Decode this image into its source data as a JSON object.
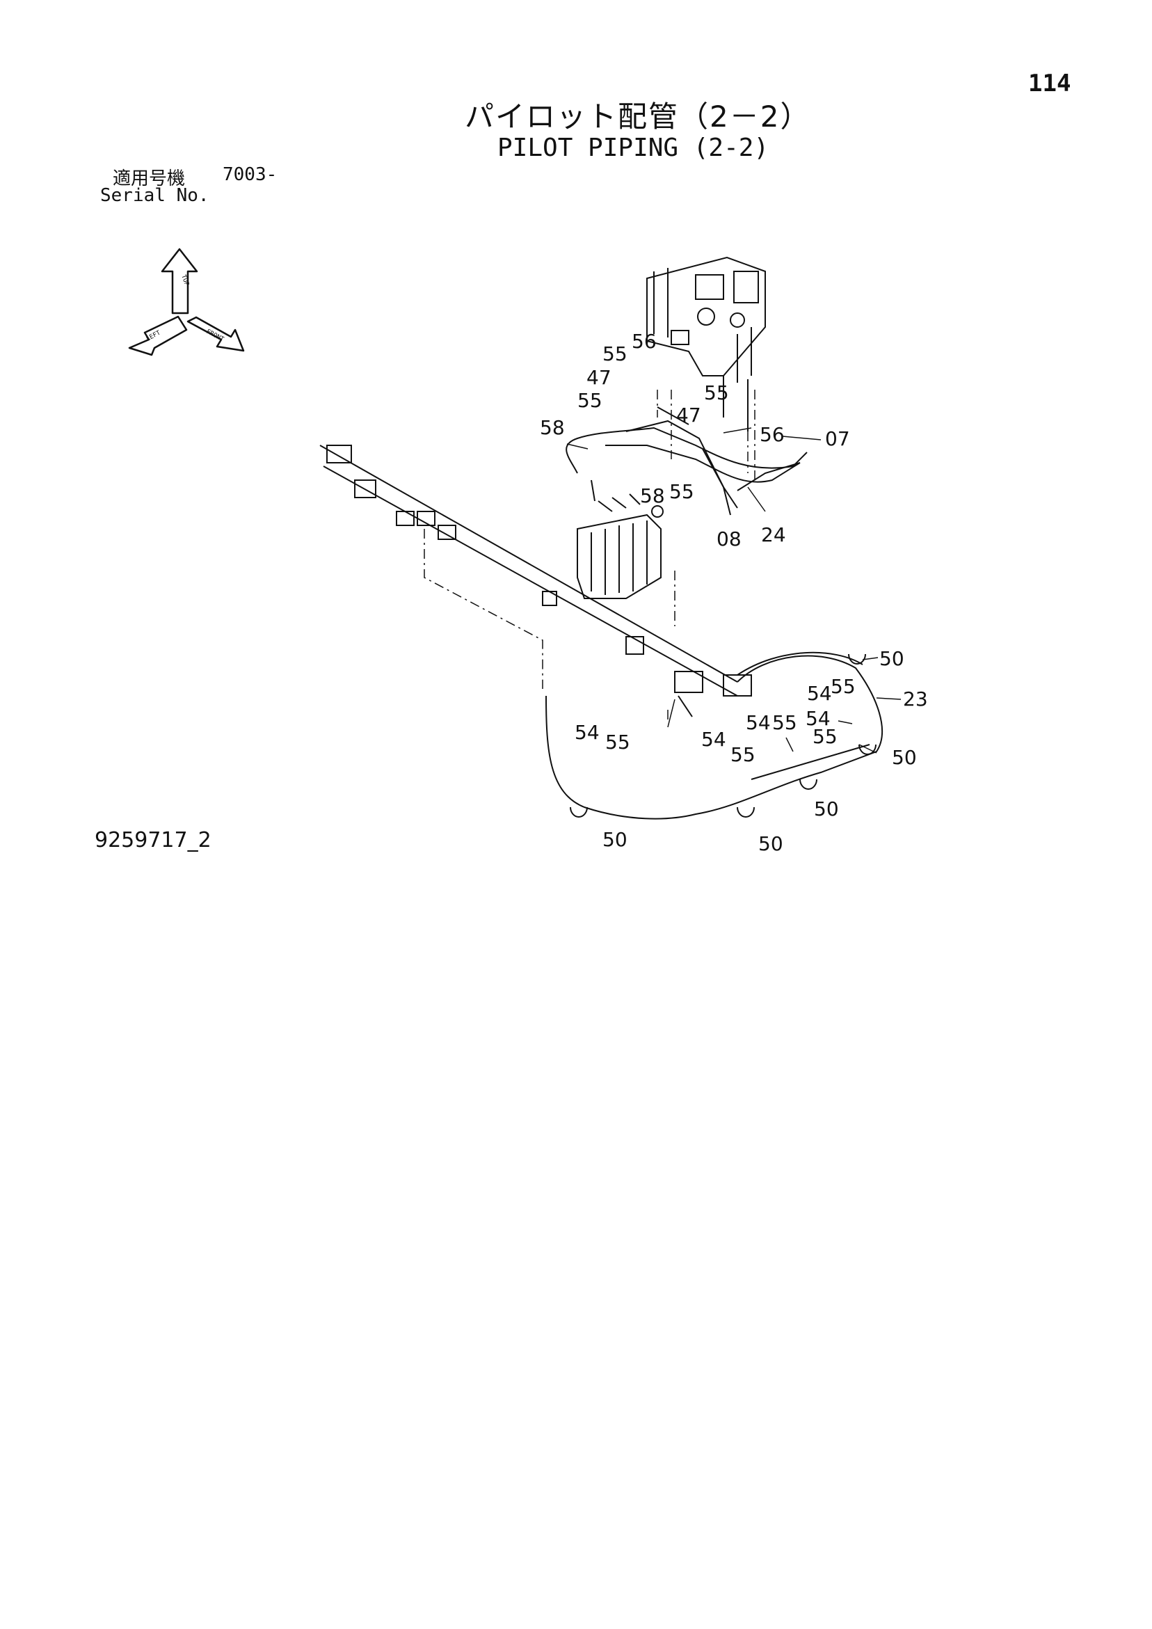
{
  "header": {
    "page_number": "114",
    "title_jp": "パイロット配管（2－2）",
    "title_en": "PILOT PIPING (2-2)"
  },
  "serial": {
    "label_jp": "適用号機",
    "code": "7003-",
    "label_en": "Serial No."
  },
  "orientation_icon": {
    "arrows": [
      "TOP",
      "LEFT",
      "FRONT"
    ]
  },
  "diagram": {
    "callouts": [
      {
        "id": "c1",
        "label": "55"
      },
      {
        "id": "c2",
        "label": "56"
      },
      {
        "id": "c3",
        "label": "47"
      },
      {
        "id": "c4",
        "label": "55"
      },
      {
        "id": "c5",
        "label": "55"
      },
      {
        "id": "c6",
        "label": "47"
      },
      {
        "id": "c7",
        "label": "58"
      },
      {
        "id": "c8",
        "label": "56"
      },
      {
        "id": "c9",
        "label": "07"
      },
      {
        "id": "c10",
        "label": "58"
      },
      {
        "id": "c11",
        "label": "55"
      },
      {
        "id": "c12",
        "label": "08"
      },
      {
        "id": "c13",
        "label": "24"
      },
      {
        "id": "c14",
        "label": "50"
      },
      {
        "id": "c15",
        "label": "54"
      },
      {
        "id": "c16",
        "label": "55"
      },
      {
        "id": "c17",
        "label": "23"
      },
      {
        "id": "c18",
        "label": "54"
      },
      {
        "id": "c19",
        "label": "55"
      },
      {
        "id": "c20",
        "label": "54"
      },
      {
        "id": "c21",
        "label": "55"
      },
      {
        "id": "c22",
        "label": "50"
      },
      {
        "id": "c23",
        "label": "54"
      },
      {
        "id": "c24",
        "label": "55"
      },
      {
        "id": "c25",
        "label": "54"
      },
      {
        "id": "c26",
        "label": "55"
      },
      {
        "id": "c27",
        "label": "50"
      },
      {
        "id": "c28",
        "label": "50"
      },
      {
        "id": "c29",
        "label": "50"
      }
    ]
  },
  "footer": {
    "drawing_number": "9259717_2"
  }
}
